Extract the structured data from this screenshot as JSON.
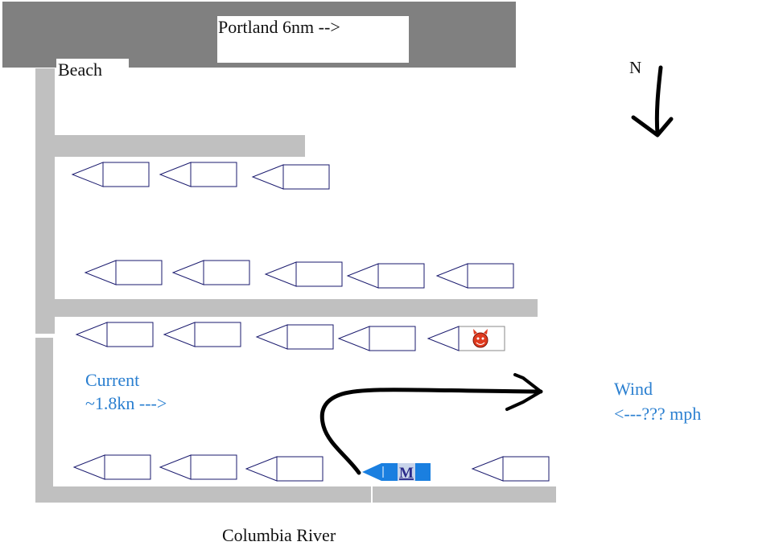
{
  "labels": {
    "portland": "Portland 6nm -->",
    "beach": "Beach",
    "north": "N",
    "current_line1": "Current",
    "current_line2": "~1.8kn --->",
    "wind_line1": "Wind",
    "wind_line2": "<---??? mph",
    "river": "Columbia River",
    "my_boat_marker": "M"
  },
  "colors": {
    "land": "#808080",
    "dock": "#c0c0c0",
    "boat_outline": "#1a1a6e",
    "my_boat": "#1a7fe0",
    "annotation_blue": "#2a7fd0",
    "path": "#000000"
  },
  "icons": {
    "devil_boat": "devil-face-icon",
    "my_boat": "m-logo-icon"
  }
}
